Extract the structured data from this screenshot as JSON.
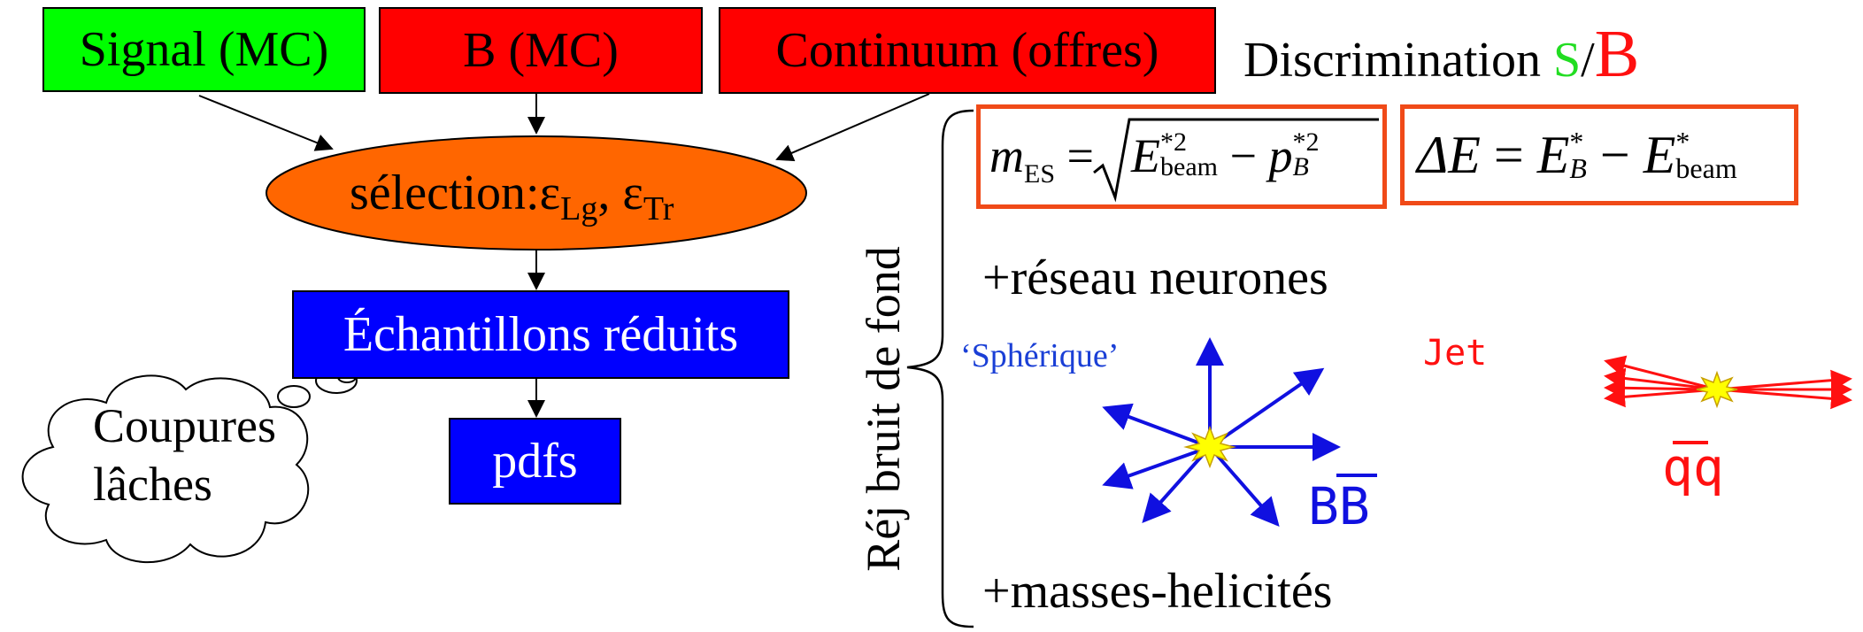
{
  "boxes": {
    "signal": "Signal (MC)",
    "b_mc": "B (MC)",
    "continuum": "Continuum (offres)",
    "reduced": "Échantillons réduits",
    "pdfs": "pdfs"
  },
  "selection": {
    "prefix": "sélection:",
    "eps1": "ε",
    "sub1": "Lg",
    "sep": ", ",
    "eps2": "ε",
    "sub2": "Tr"
  },
  "discrimination": {
    "text": "Discrimination ",
    "s": "S",
    "slash": "/",
    "b": "B"
  },
  "cloud": {
    "line1": "Coupures",
    "line2": "lâches"
  },
  "vertical_label": "Réj bruit de fond",
  "neural": "+réseau neurones",
  "masses": "+masses-helicités",
  "spherique": "‘Sphérique’",
  "jet": "Jet",
  "bb_label": "BB",
  "qq_label": "qq",
  "formula1": {
    "m": "m",
    "m_sub": "ES",
    "eq": "=",
    "E": "E",
    "E_sup": "*2",
    "E_sub": "beam",
    "minus": "−",
    "p": "p",
    "p_sup": "*2",
    "p_sub": "B"
  },
  "formula2": {
    "delta": "ΔE",
    "eq": "=",
    "E1": "E",
    "E1_sup": "*",
    "E1_sub": "B",
    "minus": "−",
    "E2": "E",
    "E2_sup": "*",
    "E2_sub": "beam"
  },
  "colors": {
    "signal_bg": "#00ff00",
    "bkg_bg": "#ff0000",
    "ellipse": "#ff6600",
    "blue_box": "#0000ff",
    "formula_border": "#f04a18",
    "spherical": "#0022cc",
    "jet": "#ff0000",
    "star": "#ffff00"
  }
}
